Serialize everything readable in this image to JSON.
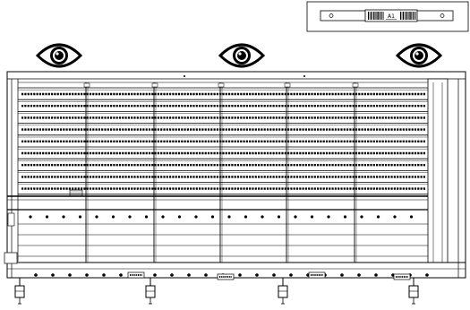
{
  "inset": {
    "tag_label": "A1"
  },
  "eye_icons": [
    {
      "name": "eye-icon-left",
      "icon": "eye-icon"
    },
    {
      "name": "eye-icon-center",
      "icon": "eye-icon"
    },
    {
      "name": "eye-icon-right",
      "icon": "eye-icon"
    }
  ],
  "rack": {
    "upper_shelf_rows": 9,
    "lower_shelf_rows": 5,
    "bays": 6,
    "support_feet": 4
  },
  "colors": {
    "line": "#000000",
    "background": "#ffffff",
    "shade": "#d8d8d8"
  }
}
